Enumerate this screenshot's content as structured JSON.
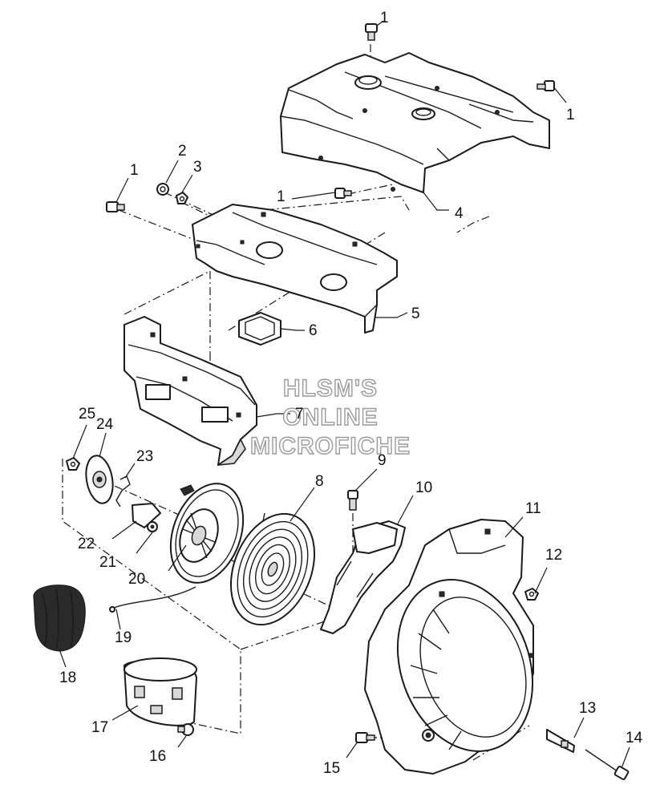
{
  "watermark": {
    "line1": "HLSM'S",
    "line2": "ONLINE",
    "line3": "MICROFICHE"
  },
  "callouts": {
    "c1a": "1",
    "c1b": "1",
    "c1c": "1",
    "c1d": "1",
    "c2": "2",
    "c3": "3",
    "c4": "4",
    "c5": "5",
    "c6": "6",
    "c7": "7",
    "c8": "8",
    "c9": "9",
    "c10": "10",
    "c11": "11",
    "c12": "12",
    "c13": "13",
    "c14": "14",
    "c15": "15",
    "c16": "16",
    "c17": "17",
    "c18": "18",
    "c19": "19",
    "c20": "20",
    "c21": "21",
    "c22": "22",
    "c23": "23",
    "c24": "24",
    "c25": "25"
  }
}
